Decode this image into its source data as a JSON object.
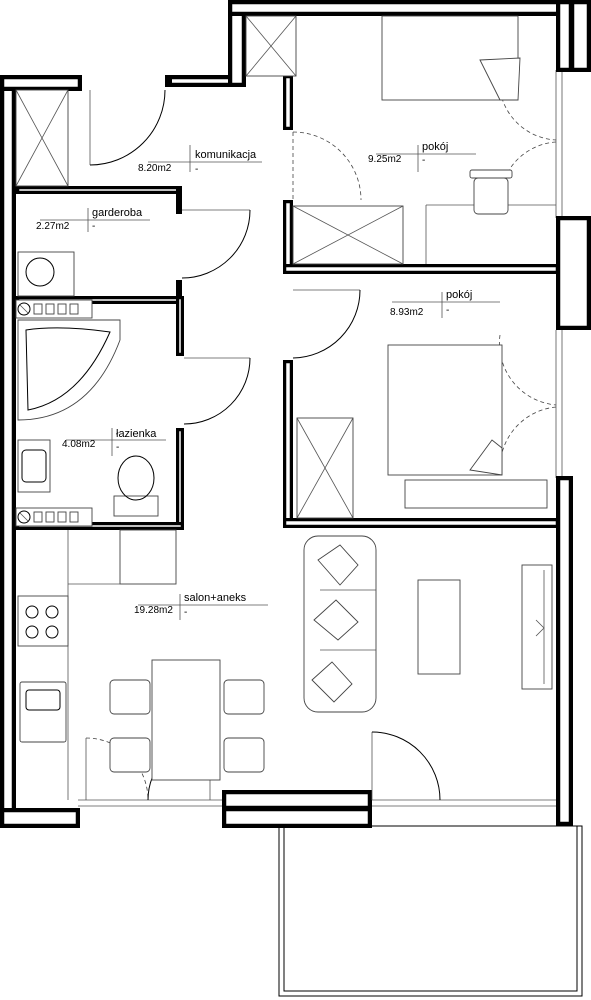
{
  "rooms": [
    {
      "id": "komunikacja",
      "name": "komunikacja",
      "area": "8.20m2",
      "note": "-"
    },
    {
      "id": "pokoj-1",
      "name": "pokój",
      "area": "9.25m2",
      "note": "-"
    },
    {
      "id": "garderoba",
      "name": "garderoba",
      "area": "2.27m2",
      "note": "-"
    },
    {
      "id": "pokoj-2",
      "name": "pokój",
      "area": "8.93m2",
      "note": "-"
    },
    {
      "id": "lazienka",
      "name": "łazienka",
      "area": "4.08m2",
      "note": "-"
    },
    {
      "id": "salon",
      "name": "salon+aneks",
      "area": "19.28m2",
      "note": "-"
    }
  ]
}
